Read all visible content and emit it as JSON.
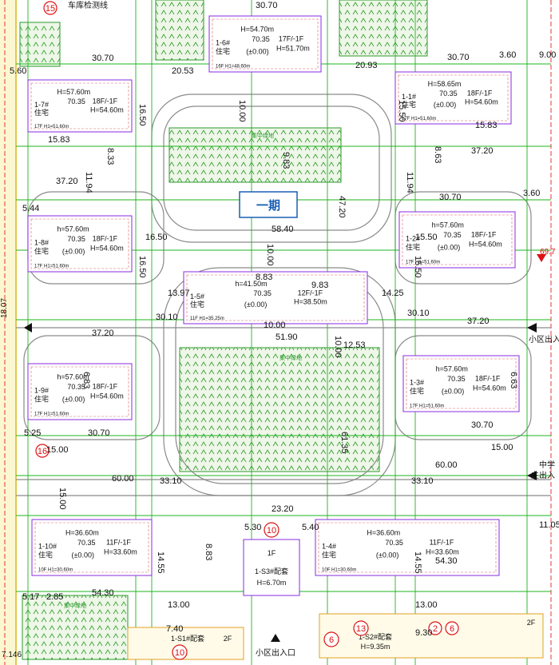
{
  "top_left_label": "车库检测线",
  "phase_label": "一期",
  "entrances": {
    "east_mid": "小区出入",
    "east_school": [
      "中学",
      "主出入"
    ],
    "south": "小区出入口",
    "east_top_value": "69.7",
    "west_bottom_value": "7.146",
    "west_side_value": "18.07"
  },
  "circled_numbers": [
    "15",
    "16",
    "10",
    "10",
    "6",
    "13",
    "2",
    "6"
  ],
  "buildings": [
    {
      "id": "b6",
      "name": "1-6#",
      "use": "住宅",
      "floors": "17F/-1F",
      "height": "H=54.70m",
      "h2": "H=51.70m",
      "base": "70.35",
      "elev": "(±0.00)",
      "note": "16F H1=48.60m"
    },
    {
      "id": "b7",
      "name": "1-7#",
      "use": "住宅",
      "floors": "18F/-1F",
      "height": "H=57.60m",
      "h2": "H=54.60m",
      "base": "70.35",
      "elev": "",
      "note": "17F H1=51.60m"
    },
    {
      "id": "b1",
      "name": "1-1#",
      "use": "住宅",
      "floors": "18F/-1F",
      "height": "H=58.65m",
      "h2": "H=54.60m",
      "base": "70.35",
      "elev": "(±0.00)",
      "note": "17F H1=51.60m"
    },
    {
      "id": "b8",
      "name": "1-8#",
      "use": "住宅",
      "floors": "18F/-1F",
      "height": "h=57.60m",
      "h2": "H=54.60m",
      "base": "70.35",
      "elev": "(±0.00)",
      "note": "17F H1=51.60m"
    },
    {
      "id": "b2",
      "name": "1-2#",
      "use": "住宅",
      "floors": "18F/-1F",
      "height": "h=57.60m",
      "h2": "H=54.60m",
      "base": "70.35",
      "elev": "(±0.00)",
      "note": "17F H1=51.60m"
    },
    {
      "id": "b5",
      "name": "1-5#",
      "use": "住宅",
      "floors": "12F/-1F",
      "height": "h=41.50m",
      "h2": "H=38.50m",
      "base": "70.35",
      "elev": "(±0.00)",
      "note": "11F H1=35.25m"
    },
    {
      "id": "b9",
      "name": "1-9#",
      "use": "住宅",
      "floors": "18F/-1F",
      "height": "h=57.60m",
      "h2": "H=54.60m",
      "base": "70.35",
      "elev": "(±0.00)",
      "note": "17F H1=51.60m"
    },
    {
      "id": "b3",
      "name": "1-3#",
      "use": "住宅",
      "floors": "18F/-1F",
      "height": "h=57.60m",
      "h2": "H=54.60m",
      "base": "70.35",
      "elev": "(±0.00)",
      "note": "17F H1=51.60m"
    },
    {
      "id": "b10",
      "name": "1-10#",
      "use": "住宅",
      "floors": "11F/-1F",
      "height": "H=36.60m",
      "h2": "H=33.60m",
      "base": "70.35",
      "elev": "(±0.00)",
      "note": "10F H1=30.60m"
    },
    {
      "id": "b4",
      "name": "1-4#",
      "use": "住宅",
      "floors": "11F/-1F",
      "height": "H=36.60m",
      "h2": "H=33.60m",
      "base": "70.35",
      "elev": "(±0.00)",
      "note": "10F H1=30.60m"
    }
  ],
  "facilities": [
    {
      "name": "1-S3#配套",
      "height": "H=6.70m",
      "floors": "1F"
    },
    {
      "name": "1-S1#配套",
      "height": "",
      "floors": "2F"
    },
    {
      "name": "1-S2#配套",
      "height": "H=9.35m",
      "floors": "2F"
    }
  ],
  "dimensions": {
    "top": [
      "30.70",
      "30.70",
      "20.53",
      "20.93",
      "30.70",
      "3.60",
      "9.00",
      "5.60"
    ],
    "upper": [
      "37.20",
      "15.83",
      "37.20",
      "15.83",
      "30.70",
      "3.60",
      "5.44",
      "58.40",
      "8.83",
      "9.83"
    ],
    "mid": [
      "13.97",
      "14.25",
      "12.53",
      "10.00",
      "51.90",
      "37.20",
      "37.20",
      "30.10",
      "30.10",
      "16.50",
      "15.50"
    ],
    "lower": [
      "15.00",
      "60.00",
      "60.00",
      "15.00",
      "23.20",
      "30.70",
      "30.70",
      "5.25",
      "33.10",
      "33.10"
    ],
    "bottom": [
      "5.30",
      "5.40",
      "54.30",
      "54.30",
      "13.00",
      "13.00",
      "11.05",
      "5.17",
      "2.85",
      "9.30",
      "7.40"
    ],
    "vertical": [
      "16.50",
      "15.50",
      "11.94",
      "11.94",
      "10.00",
      "10.00",
      "10.00",
      "8.33",
      "8.63",
      "6.83",
      "6.63",
      "15.00",
      "14.55",
      "14.55",
      "16.50",
      "15.50",
      "47.20",
      "61.35",
      "8.83",
      "9.83"
    ]
  },
  "green_areas": [
    "集中绿地",
    "集中绿地",
    "集中绿地"
  ]
}
